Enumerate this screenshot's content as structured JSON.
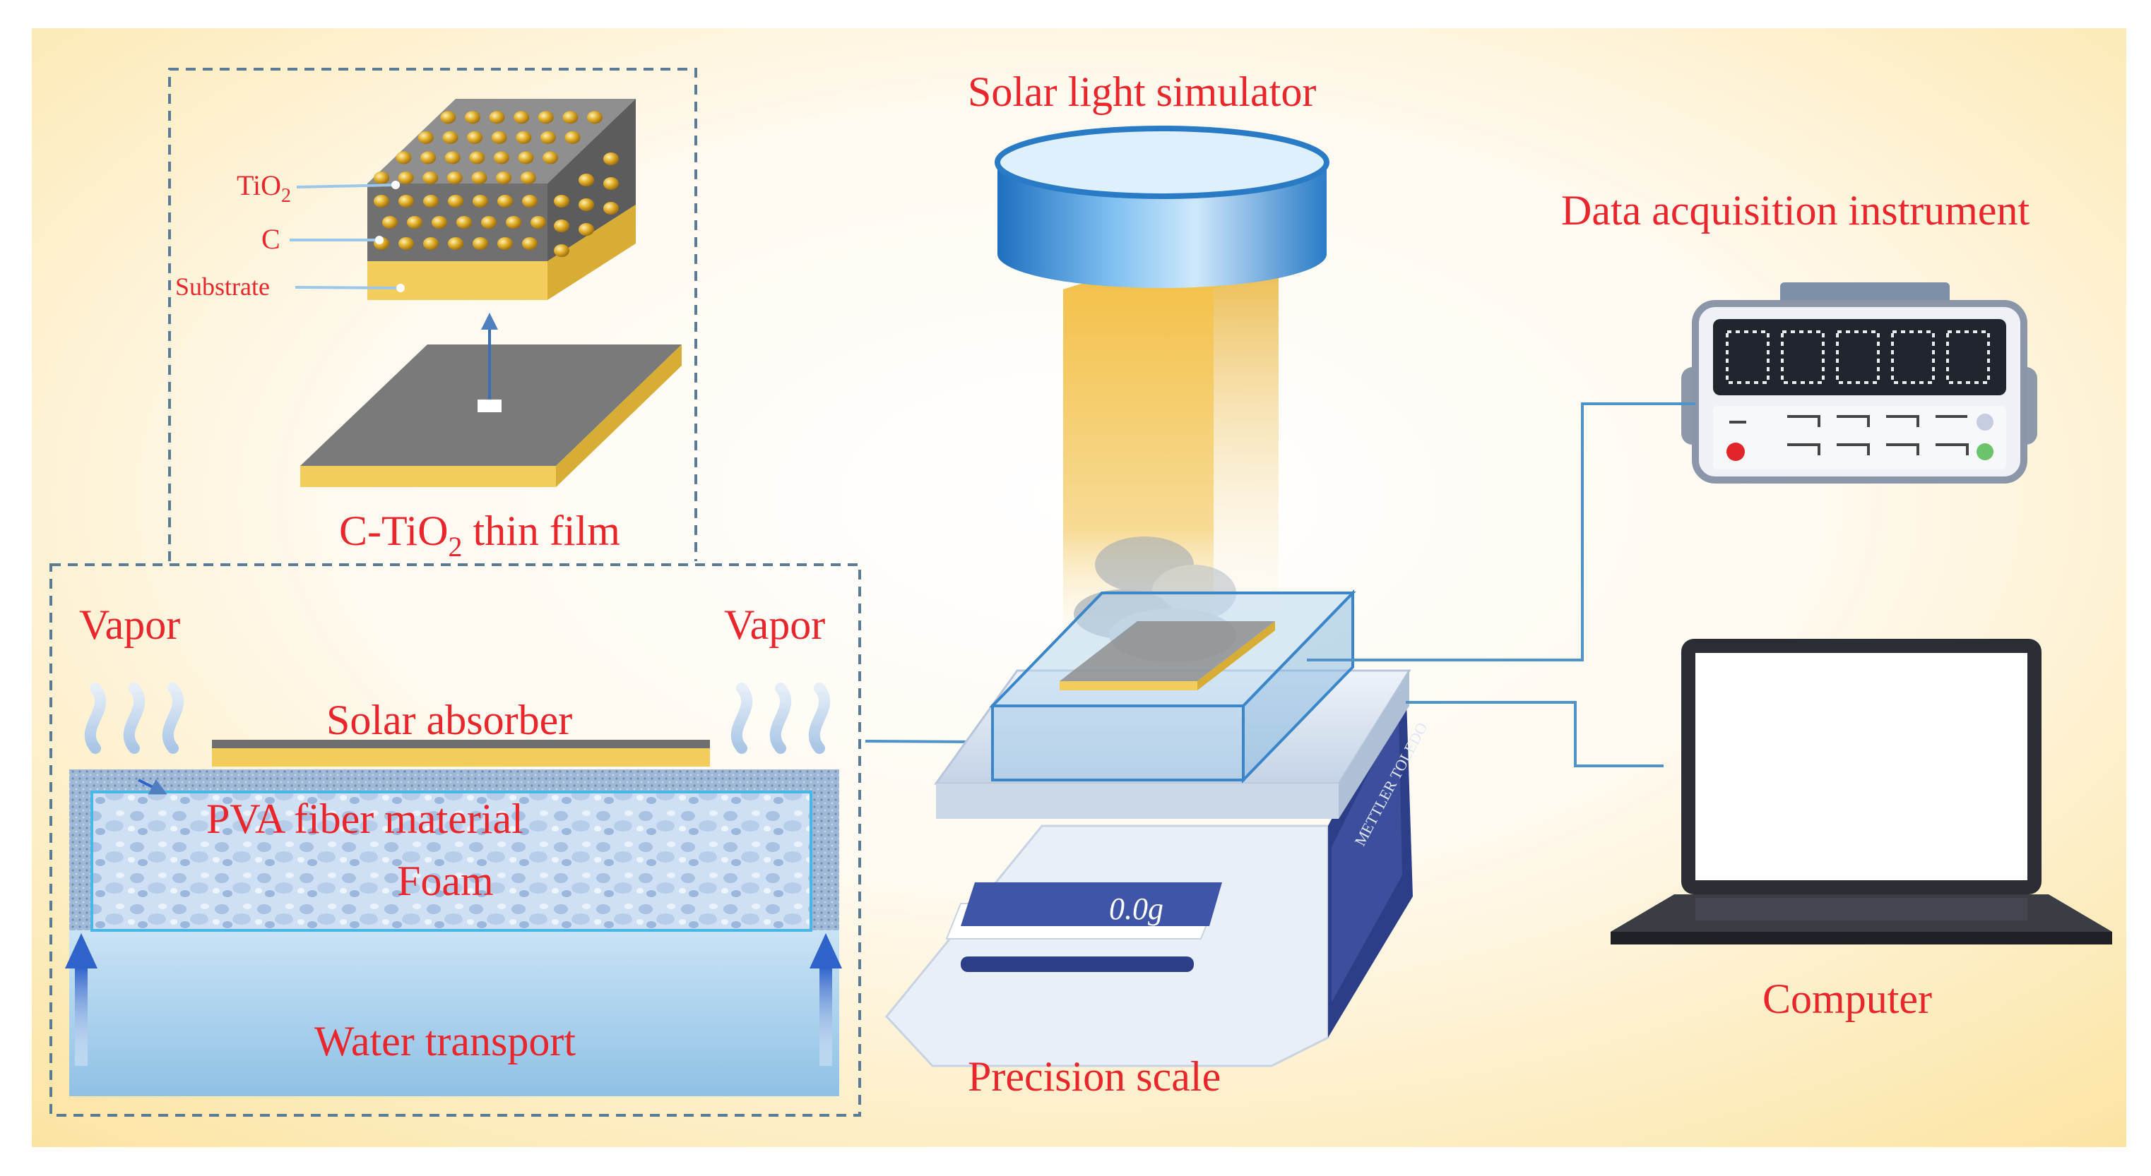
{
  "labels": {
    "solar_light_simulator": "Solar light simulator",
    "data_acquisition": "Data acquisition instrument",
    "computer": "Computer",
    "precision_scale": "Precision scale",
    "vapor_left": "Vapor",
    "vapor_right": "Vapor",
    "solar_absorber": "Solar absorber",
    "pva_fiber": "PVA fiber material",
    "foam": "Foam",
    "water_transport": "Water transport",
    "thin_film_prefix": "C-TiO",
    "thin_film_sub": "2",
    "thin_film_suffix": " thin film",
    "tio2_prefix": "TiO",
    "tio2_sub": "2",
    "carbon": "C",
    "substrate": "Substrate"
  },
  "devices": {
    "scale_display": "0.0g",
    "scale_brand": "METTLER TOLEDO"
  },
  "colors": {
    "label_red": "#e8262b",
    "dashed_border": "#5a7a96",
    "connector_blue": "#4f93c9",
    "light_beam": "#f3c65a",
    "simulator_blue": "#3d8fd6",
    "substrate_yellow": "#f2cd5c",
    "particle_gold": "#d7a21e",
    "film_gray": "#777777",
    "water_blue": "#9fcbe8",
    "arrow_blue": "#2f63c9"
  }
}
